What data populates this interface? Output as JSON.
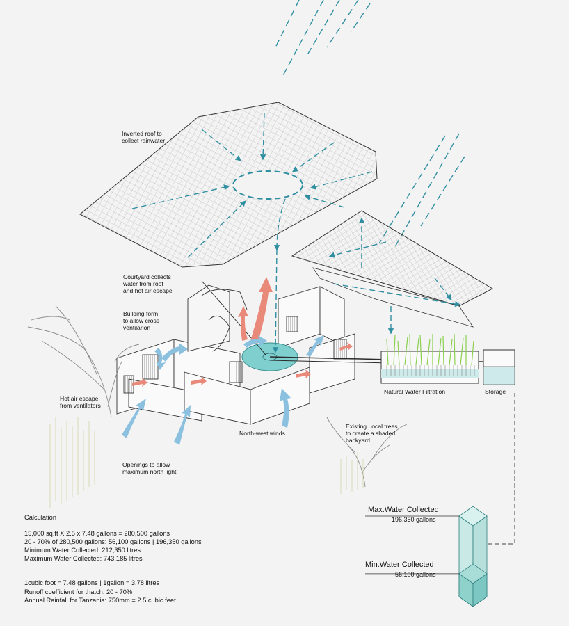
{
  "colors": {
    "rain": "#2f8fa0",
    "airflow_cool": "#8cc0df",
    "airflow_hot": "#e9897a",
    "water": "#7fcfcf",
    "vegetation": "#8bd04e",
    "line": "#2a2a2a",
    "tree": "#9a9a9a",
    "background": "#f3f3f3"
  },
  "labels": {
    "inverted_roof": "Inverted roof to\ncollect rainwater",
    "courtyard": "Courtyard collects\nwater from roof\nand hot air escape",
    "building_form": "Building form\nto allow cross\nventilarion",
    "hot_air": "Hot air escape\nfrom ventilators",
    "openings": "Openings to allow\nmaximum north light",
    "north_west": "North-west winds",
    "existing_trees": "Existing Local trees\nto create a shaded\nbackyard",
    "filtration": "Natural Water Filtration",
    "storage": "Storage"
  },
  "gauge": {
    "max_title": "Max.Water Collected",
    "max_value": "196,350 gallons",
    "min_title": "Min.Water Collected",
    "min_value": "56,100 gallons",
    "min_fraction": 0.2857
  },
  "calculation": {
    "title": "Calculation",
    "lines": [
      "15,000 sq.ft X 2.5 x 7.48 gallons = 280,500 gallons",
      "20 - 70%  of 280,500 gallons: 56,100 gallons | 196,350 gallons",
      "Minimum Water Collected: 212,350 litres",
      "Maximum Water Collected: 743,185 litres",
      "1cubic foot = 7.48 gallons | 1gallon = 3.78 litres",
      "Runoff coefficient for thatch: 20 - 70%",
      "Annual Rainfall for Tanzania: 750mm = 2.5 cubic feet"
    ]
  }
}
